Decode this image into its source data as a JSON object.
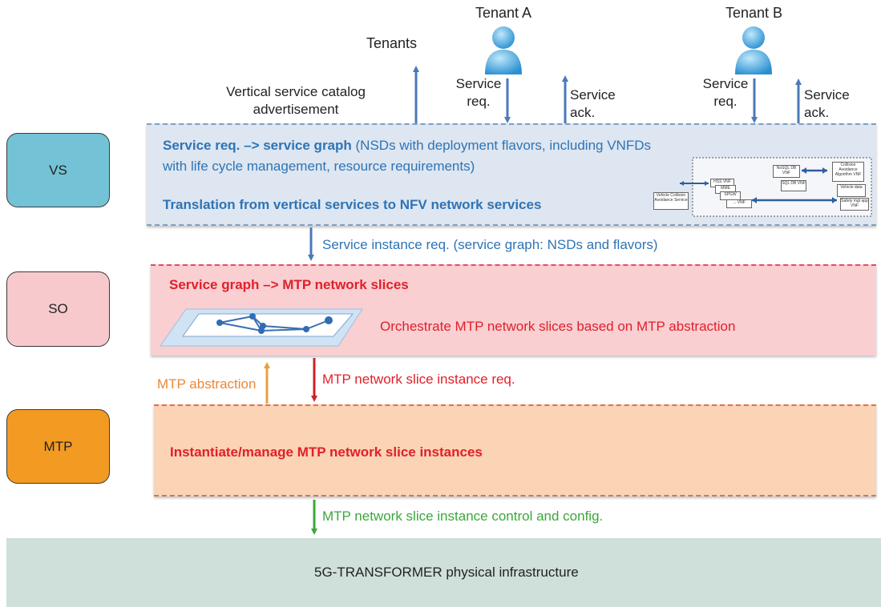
{
  "tenants": {
    "tenants_label": "Tenants",
    "tenant_a": "Tenant A",
    "tenant_b": "Tenant B",
    "service_req": "Service req.",
    "service_ack": "Service ack.",
    "catalog_ad": "Vertical service catalog advertisement"
  },
  "side_boxes": {
    "vs": "VS",
    "so": "SO",
    "mtp": "MTP"
  },
  "vs_layer": {
    "line1_bold": "Service req. –> service graph",
    "line1_rest": " (NSDs with deployment flavors, including VNFDs",
    "line2": "with life cycle management, resource requirements)",
    "translation": "Translation from vertical services to NFV network services",
    "graph_nodes": {
      "vehicle_collision": "Vehicle Collision Avoidance Service",
      "hss_vnf": "HSS VNF",
      "mme": "MME",
      "spgw": "SPGW",
      "vnf": "... VNF",
      "nosql": "NoSQL DB VNF",
      "sql": "SQL DB VNF",
      "collision_algo": "Collision Avoidance Algorithm VNF",
      "vehicle_data": "Vehicle data",
      "safety_mgt": "Safety mgt app VNF"
    }
  },
  "service_instance_req": "Service instance req. (service graph: NSDs and flavors)",
  "so_layer": {
    "title": "Service graph –> MTP network slices",
    "orchestrate": "Orchestrate MTP network slices based on MTP abstraction"
  },
  "mtp_abstraction": "MTP abstraction",
  "slice_instance_req": "MTP network slice instance req.",
  "mtp_layer": {
    "title": "Instantiate/manage MTP network slice instances"
  },
  "control_config": "MTP network slice instance control and config.",
  "infrastructure": "5G-TRANSFORMER physical infrastructure",
  "colors": {
    "blue_text": "#2e74b5",
    "red_text": "#e0202a",
    "orange_text": "#e8893a",
    "green_text": "#3aa83a",
    "vs_fill": "#dde6f1",
    "so_fill": "#f9cfd2",
    "mtp_fill": "#fbd3b5",
    "infra_fill": "#cfdfd9",
    "vs_box": "#74c2d6",
    "so_box": "#f7c9cd",
    "mtp_box": "#f39a23"
  }
}
